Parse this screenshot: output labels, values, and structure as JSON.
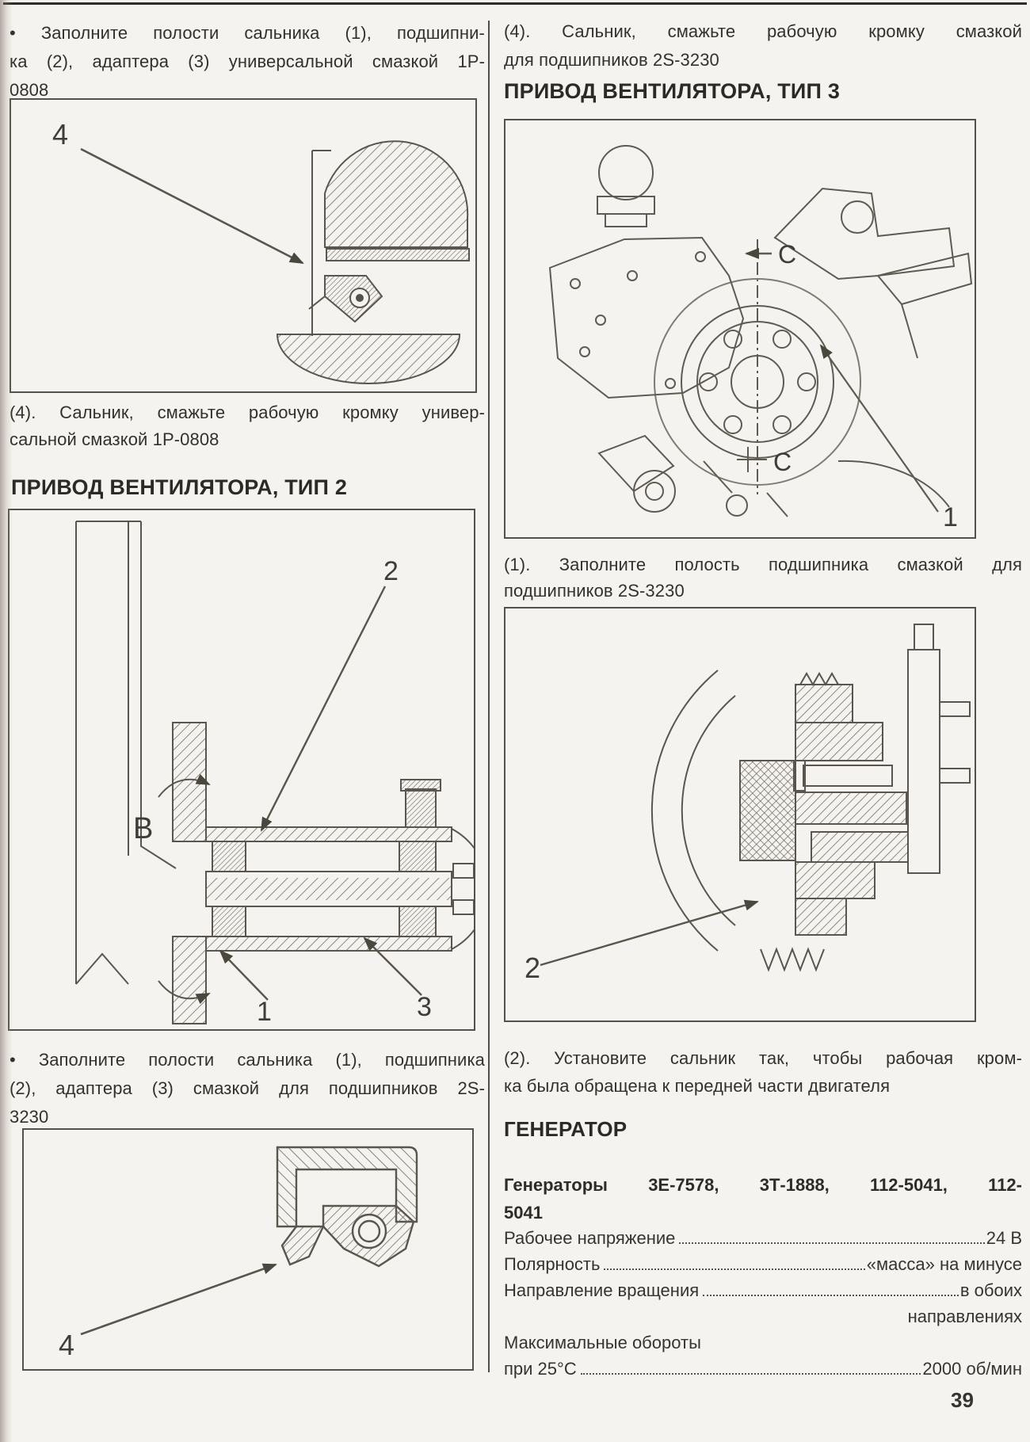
{
  "page": {
    "number": "39"
  },
  "left": {
    "bullet1": {
      "lines": [
        "• Заполните полости сальника (1), подшипни-",
        "ка (2), адаптера (3) универсальной смазкой 1Р-",
        "0808"
      ]
    },
    "fig1": {
      "label4": "4"
    },
    "caption1": {
      "lines": [
        "(4). Сальник, смажьте рабочую кромку универ-",
        "сальной смазкой 1Р-0808"
      ]
    },
    "header2": "ПРИВОД ВЕНТИЛЯТОРА, ТИП 2",
    "fig2": {
      "label2": "2",
      "labelB": "B",
      "label1": "1",
      "label3": "3"
    },
    "bullet2": {
      "lines": [
        "• Заполните полости сальника (1), подшипника",
        "(2), адаптера (3) смазкой для подшипников 2S-",
        "3230"
      ]
    },
    "fig3": {
      "label4": "4"
    }
  },
  "right": {
    "caption_top": {
      "lines": [
        "(4). Сальник, смажьте рабочую кромку смазкой",
        "для подшипников 2S-3230"
      ]
    },
    "header3": "ПРИВОД ВЕНТИЛЯТОРА, ТИП 3",
    "fig4": {
      "labelC_top": "C",
      "labelC_bottom": "C",
      "label1": "1"
    },
    "caption1": {
      "lines": [
        "(1). Заполните полость подшипника смазкой для",
        "подшипников 2S-3230"
      ]
    },
    "fig5": {
      "label2": "2"
    },
    "caption2": {
      "lines": [
        "(2). Установите сальник так, чтобы рабочая кром-",
        "ка была обращена к передней части двигателя"
      ]
    },
    "generator": {
      "header": "ГЕНЕРАТОР",
      "models_lines": [
        "Генераторы 3Е-7578, 3Т-1888, 112-5041, 112-",
        "5041"
      ],
      "specs": [
        {
          "label": "Рабочее напряжение",
          "value": "24 В"
        },
        {
          "label": "Полярность",
          "value": "«масса» на минусе"
        },
        {
          "label": "Направление вращения ",
          "value": "в обоих"
        },
        {
          "label": "направлениях",
          "value": ""
        },
        {
          "label": "Максимальные обороты",
          "value": ""
        },
        {
          "label": "при 25°С",
          "value": "2000 об/мин"
        }
      ]
    }
  }
}
